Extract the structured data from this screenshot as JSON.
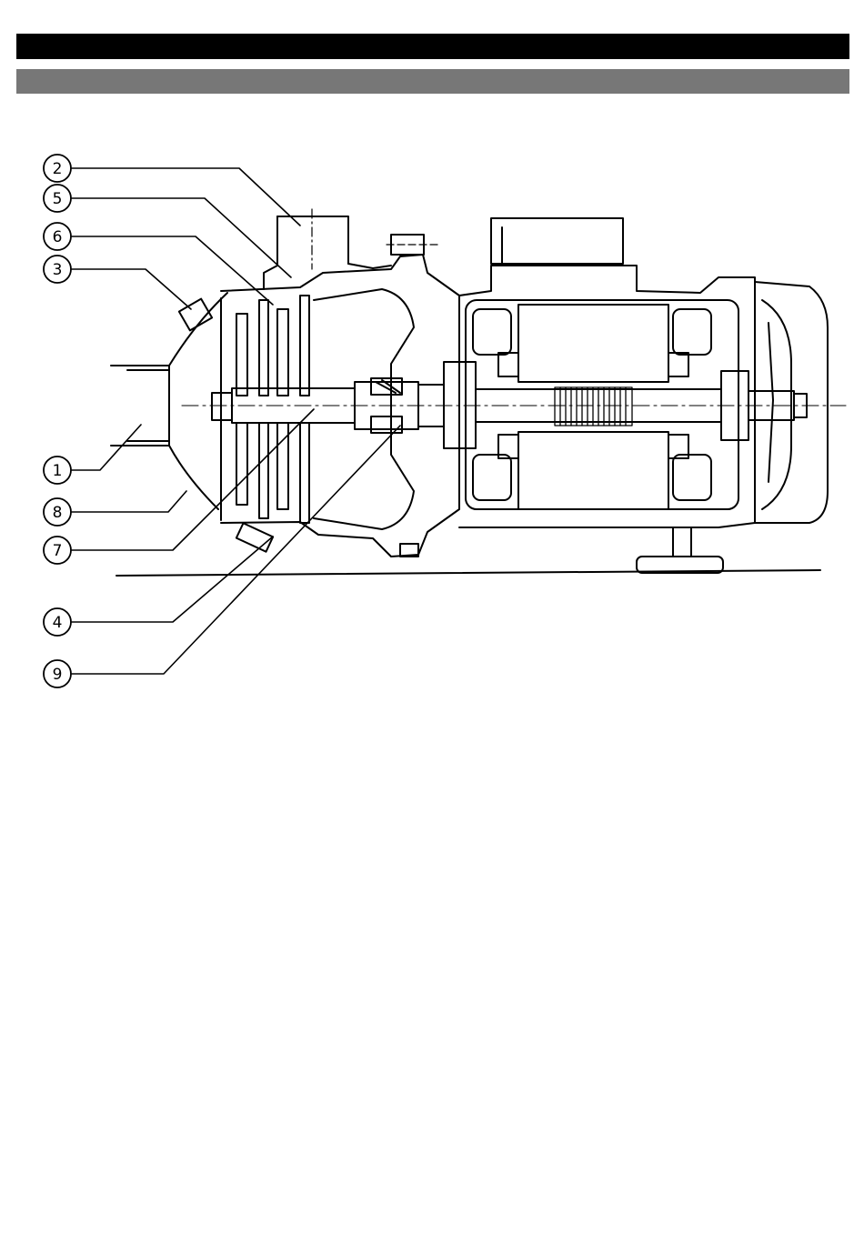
{
  "header": {
    "title_text": "",
    "subtitle_text": ""
  },
  "diagram": {
    "callouts": [
      {
        "id": "c2",
        "label": "2"
      },
      {
        "id": "c5",
        "label": "5"
      },
      {
        "id": "c6",
        "label": "6"
      },
      {
        "id": "c3",
        "label": "3"
      },
      {
        "id": "c1",
        "label": "1"
      },
      {
        "id": "c8",
        "label": "8"
      },
      {
        "id": "c7",
        "label": "7"
      },
      {
        "id": "c4",
        "label": "4"
      },
      {
        "id": "c9",
        "label": "9"
      }
    ]
  }
}
